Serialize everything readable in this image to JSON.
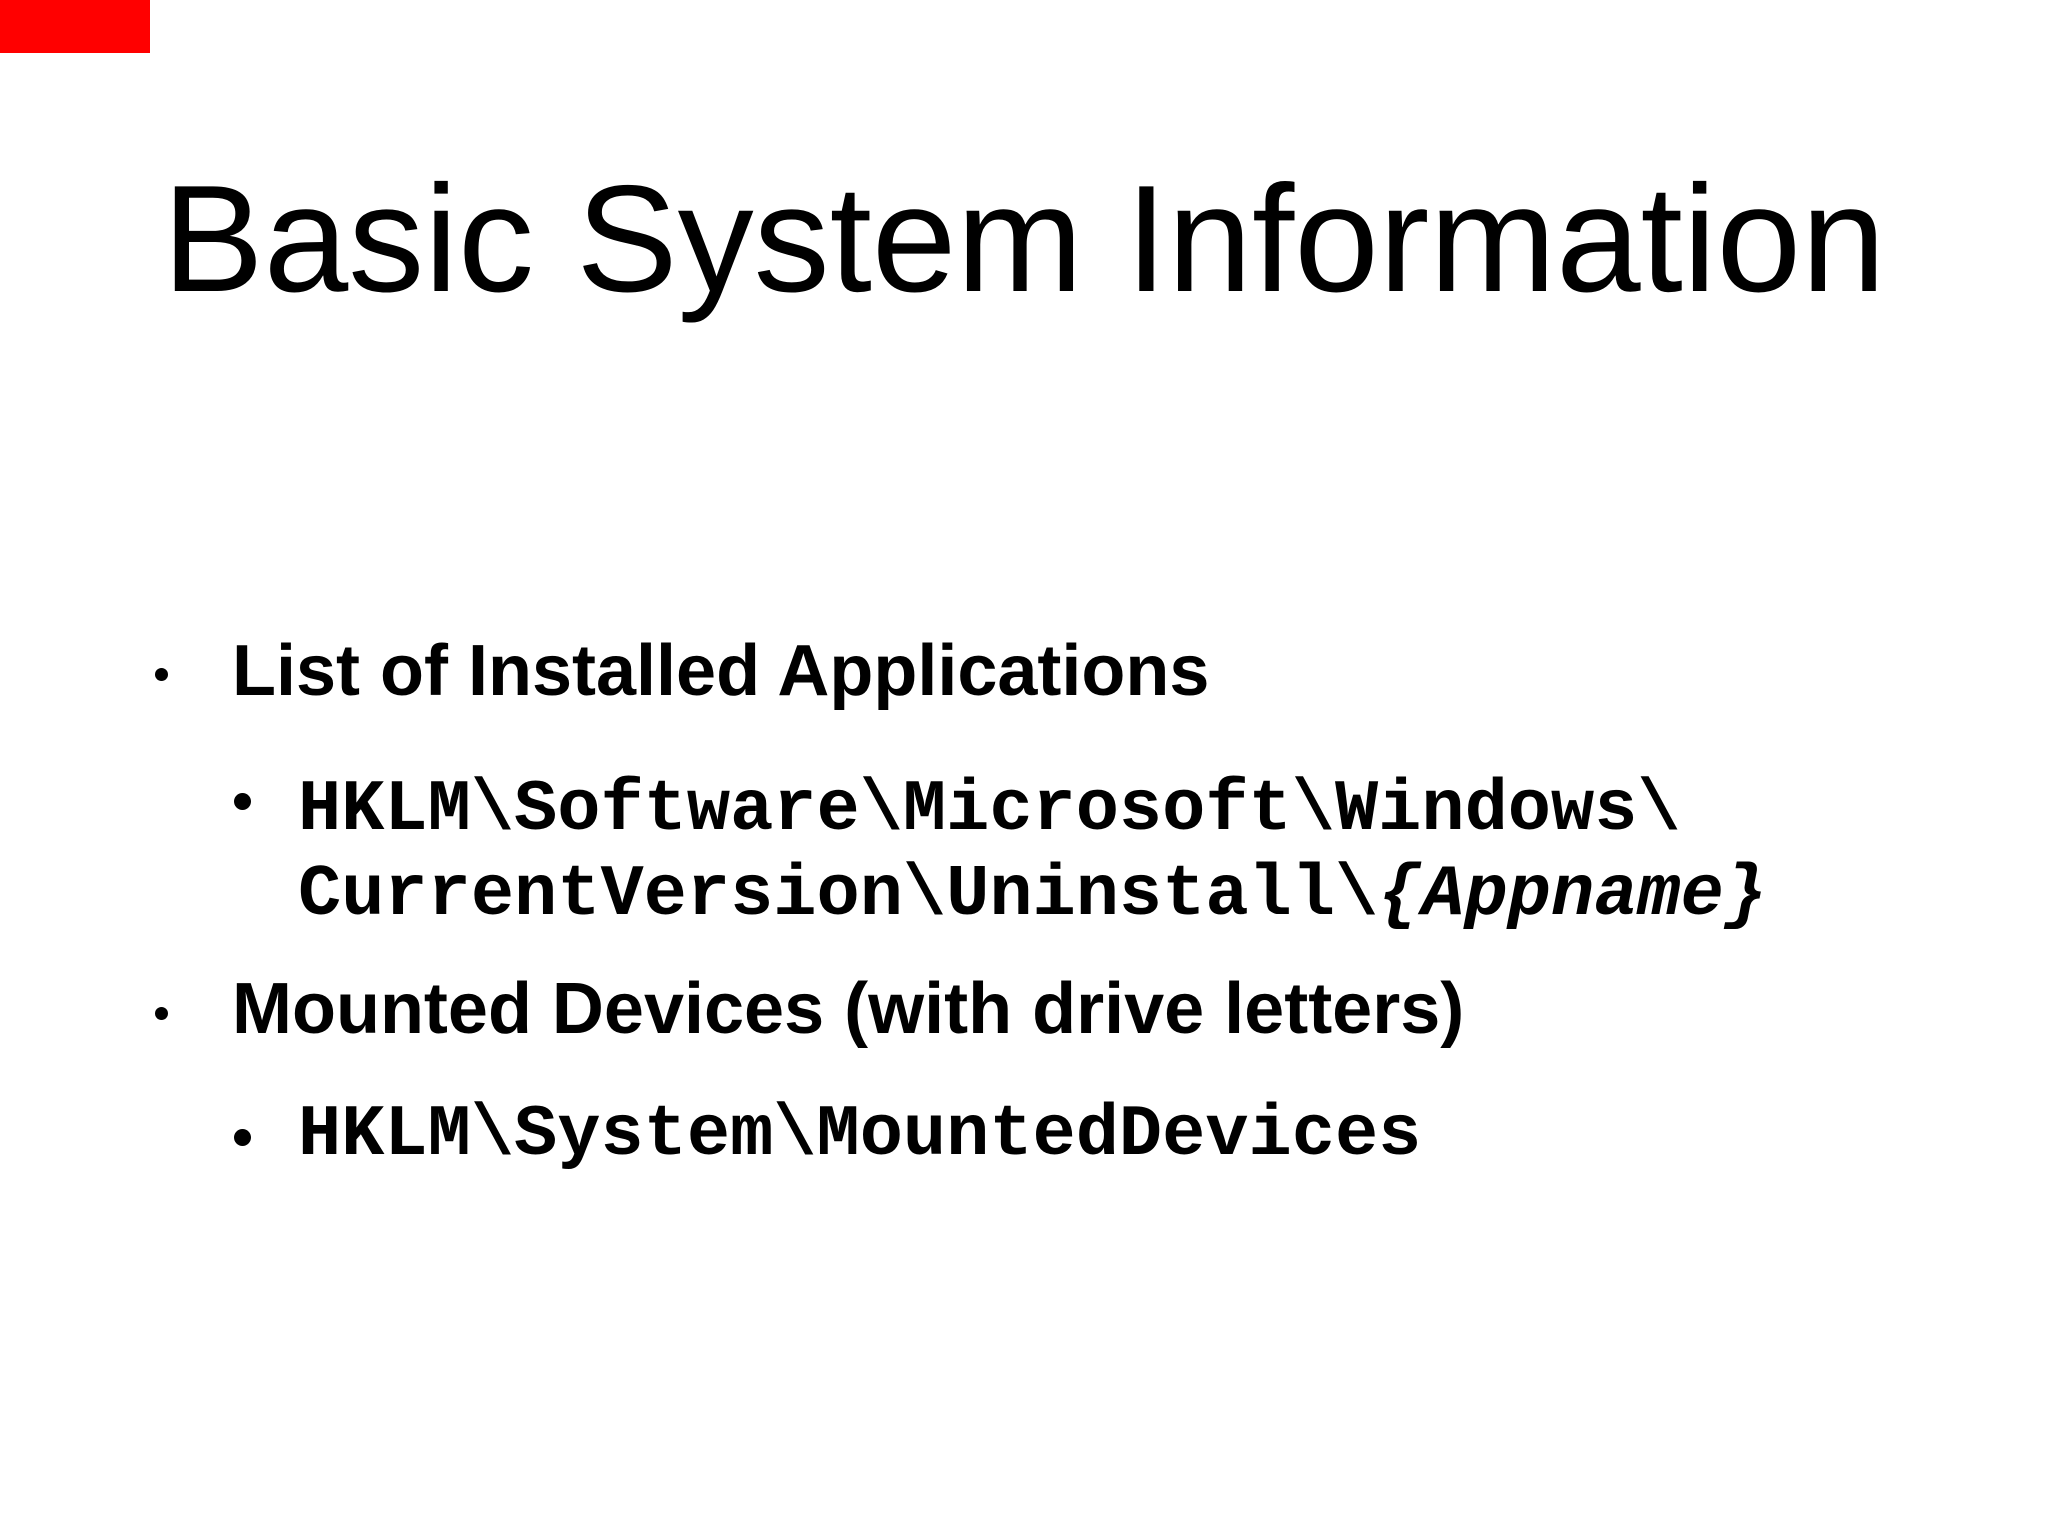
{
  "slide": {
    "title": "Basic System Information",
    "bullets": {
      "item1": "List of Installed Applications",
      "item1_sub_line1": "HKLM\\Software\\Microsoft\\Windows\\",
      "item1_sub_line2_plain": "CurrentVersion\\Uninstall\\",
      "item1_sub_line2_placeholder": "{Appname}",
      "item2": "Mounted Devices (with drive letters)",
      "item2_sub_line1": "HKLM\\System\\MountedDevices"
    },
    "colors": {
      "background": "#ffffff",
      "text": "#000000",
      "red_marker": "#ff0000"
    }
  }
}
